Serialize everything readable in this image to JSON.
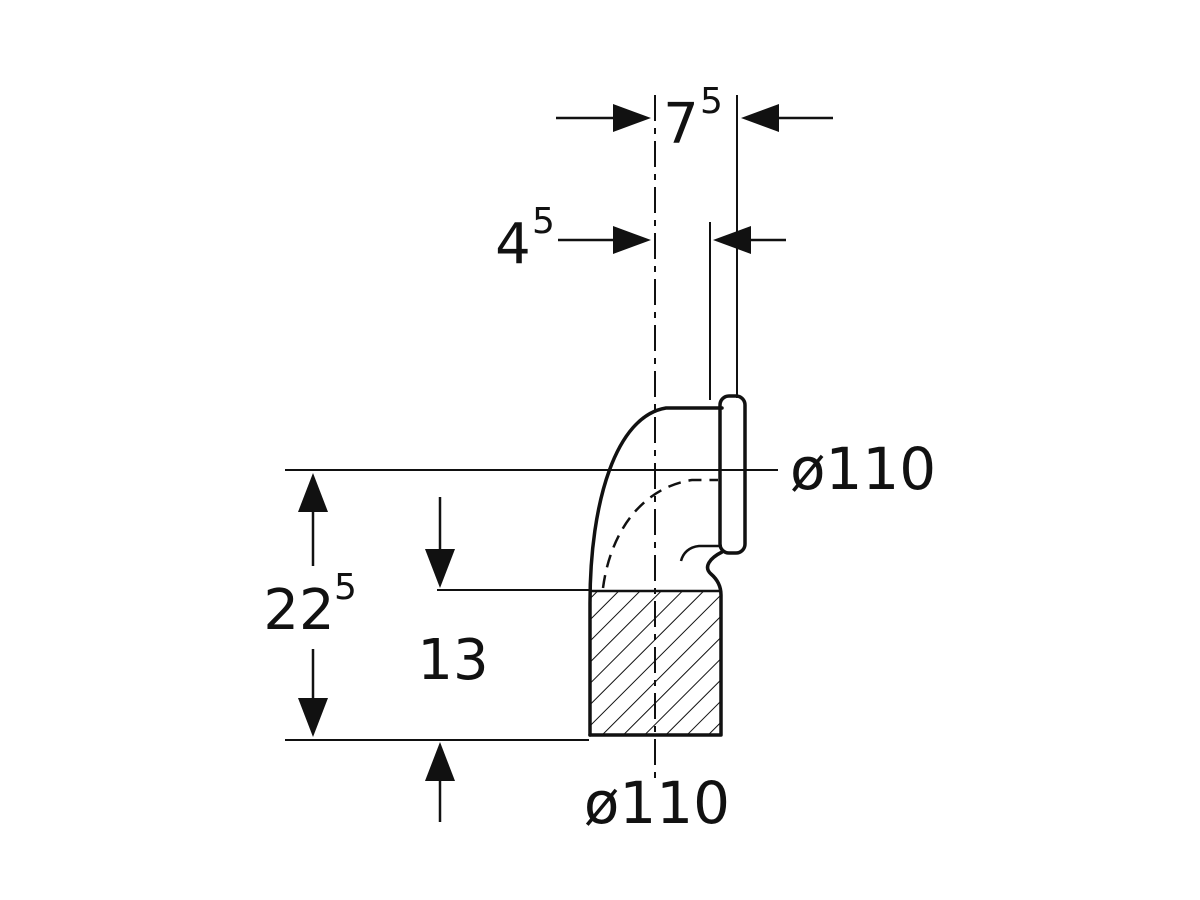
{
  "drawing": {
    "background_color": "#ffffff",
    "line_color": "#111111",
    "dimensions": {
      "top_width": {
        "main": "7",
        "sup": "5"
      },
      "socket_inset": {
        "main": "4",
        "sup": "5"
      },
      "overall_height": {
        "main": "22",
        "sup": "5"
      },
      "lower_height": {
        "main": "13"
      },
      "socket_diameter": "ø110",
      "outlet_diameter": "ø110"
    }
  }
}
